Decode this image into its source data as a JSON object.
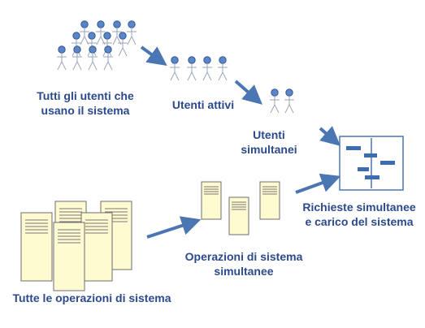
{
  "labels": {
    "all_users": [
      "Tutti gli utenti che",
      "usano il sistema"
    ],
    "active_users": "Utenti attivi",
    "concurrent_users": [
      "Utenti",
      "simultanei"
    ],
    "concurrent_requests": [
      "Richieste simultanee",
      "e carico del sistema"
    ],
    "concurrent_operations": [
      "Operazioni di sistema",
      "simultanee"
    ],
    "all_operations": "Tutte le operazioni di sistema"
  },
  "colors": {
    "text": "#2b4a8c",
    "arrow": "#4a76b3",
    "person_head": "#5b86c6",
    "person_head_stroke": "#2f5597",
    "person_body": "#9aa6b8",
    "server_fill": "#fffbd1",
    "server_stroke": "#6e6e6e",
    "system_box": "#4a76b3"
  },
  "icons": {
    "person": "person-icon",
    "server": "server-icon",
    "system": "system-box-icon"
  }
}
